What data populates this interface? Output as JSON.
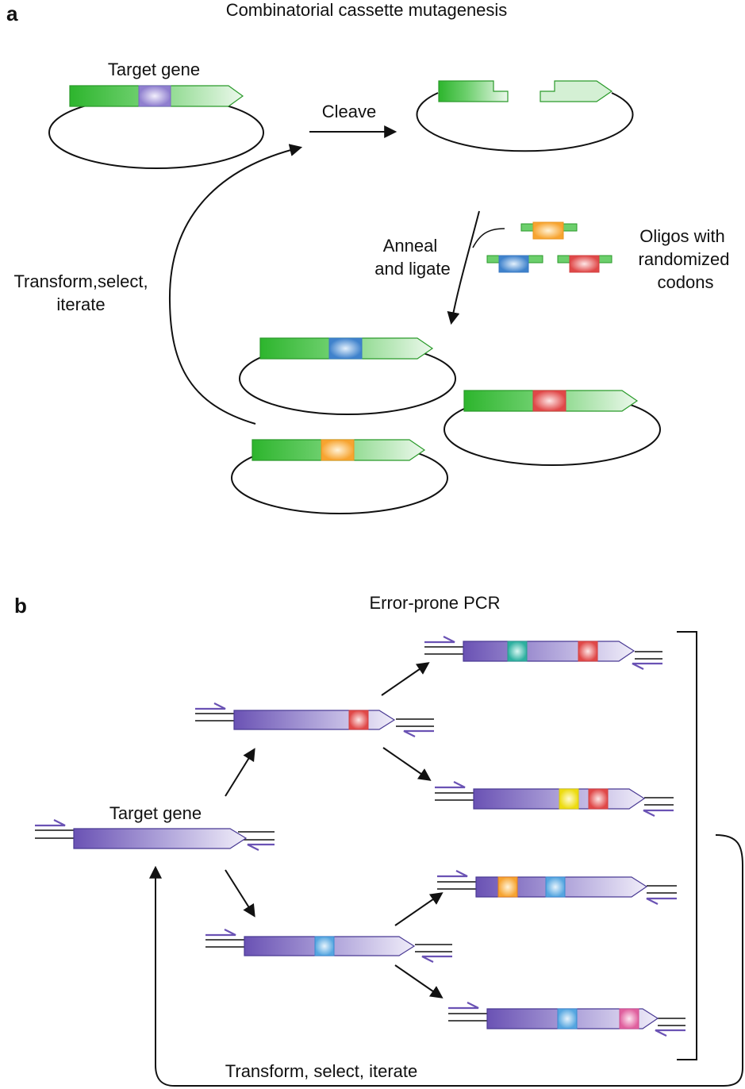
{
  "panel_a": {
    "letter": "a",
    "title": "Combinatorial cassette mutagenesis",
    "target_gene_label": "Target gene",
    "cleave_label": "Cleave",
    "anneal_label_line1": "Anneal",
    "anneal_label_line2": "and ligate",
    "oligos_label_line1": "Oligos with",
    "oligos_label_line2": "randomized",
    "oligos_label_line3": "codons",
    "iterate_label_line1": "Transform,select,",
    "iterate_label_line2": "iterate"
  },
  "panel_b": {
    "letter": "b",
    "title": "Error-prone PCR",
    "target_gene_label": "Target gene",
    "iterate_label": "Transform, select, iterate"
  },
  "colors": {
    "gene_green": "#2db52d",
    "gene_green_light": "#e6f6e6",
    "gene_purple": "#6a52b4",
    "gene_purple_light": "#ebe7f7",
    "mut_lavender": "#a898d8",
    "mut_orange": "#f7a430",
    "mut_blue": "#4a90d2",
    "mut_red": "#e05050",
    "mut_teal": "#30b8a8",
    "mut_yellow": "#f2e020",
    "mut_orange2": "#f08c28",
    "mut_pink": "#e060a0",
    "primer": "#6a52b4",
    "line": "#111111"
  }
}
